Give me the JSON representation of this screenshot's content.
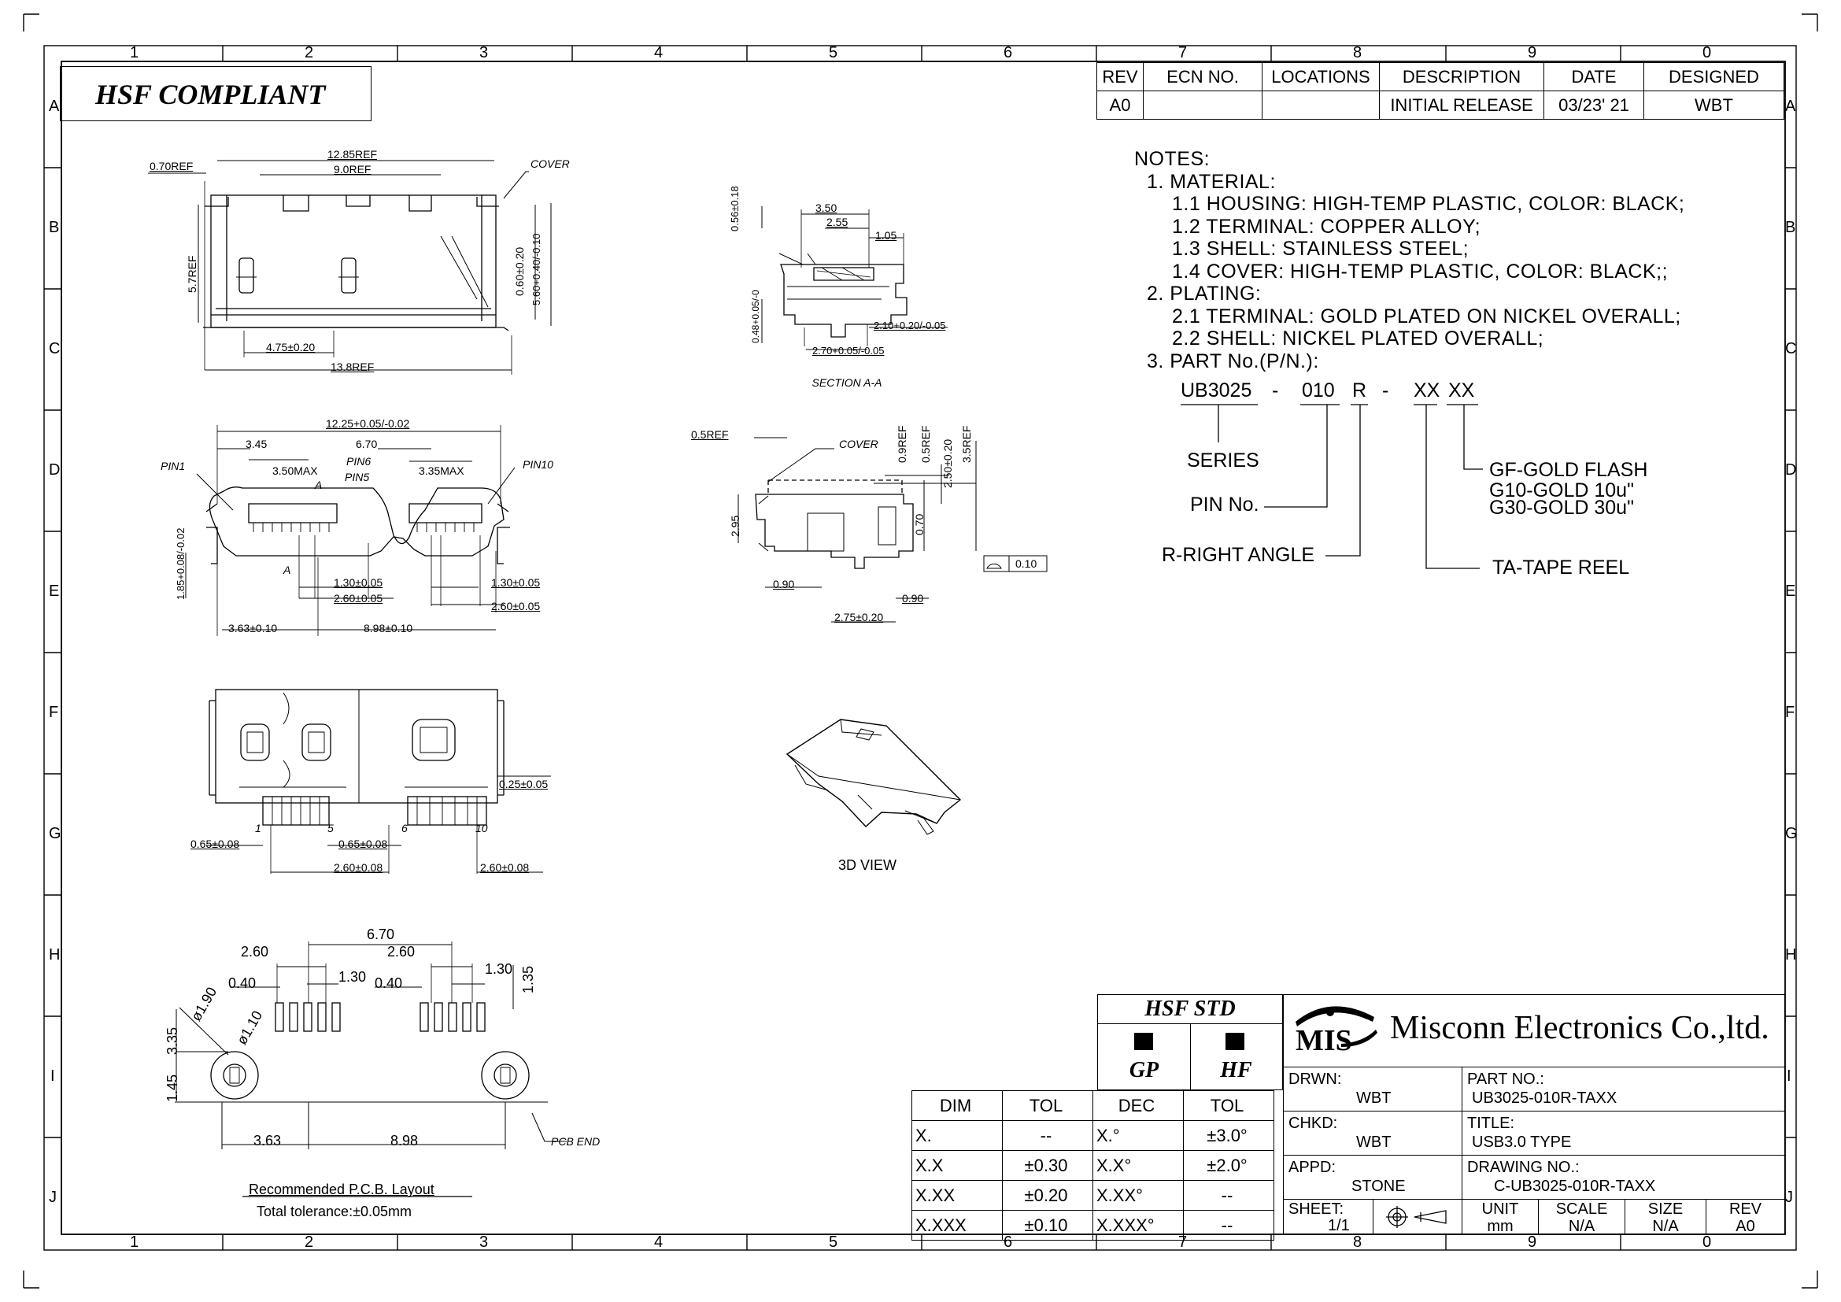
{
  "border_zones": {
    "columns": [
      "1",
      "2",
      "3",
      "4",
      "5",
      "6",
      "7",
      "8",
      "9",
      "0"
    ],
    "rows": [
      "A",
      "B",
      "C",
      "D",
      "E",
      "F",
      "G",
      "H",
      "I",
      "J"
    ]
  },
  "compliance_label": "HSF  COMPLIANT",
  "revision_table": {
    "headers": [
      "REV",
      "ECN NO.",
      "LOCATIONS",
      "DESCRIPTION",
      "DATE",
      "DESIGNED"
    ],
    "rows": [
      [
        "A0",
        "",
        "",
        "INITIAL RELEASE",
        "03/23' 21",
        "WBT"
      ]
    ]
  },
  "notes": {
    "title": "NOTES:",
    "lines": [
      "1. MATERIAL:",
      "1.1 HOUSING: HIGH-TEMP PLASTIC, COLOR: BLACK;",
      "1.2 TERMINAL: COPPER ALLOY;",
      "1.3 SHELL: STAINLESS STEEL;",
      "1.4 COVER: HIGH-TEMP PLASTIC, COLOR: BLACK;;",
      "2. PLATING:",
      "2.1 TERMINAL: GOLD PLATED ON NICKEL OVERALL;",
      "2.2 SHELL: NICKEL PLATED OVERALL;",
      "3. PART No.(P/N.):"
    ]
  },
  "part_code": {
    "segments": [
      "UB3025",
      "-",
      "010",
      "R",
      "-",
      "XX",
      "XX"
    ],
    "labels": {
      "series": "SERIES",
      "pin_no": "PIN  No.",
      "right_angle": "R-RIGHT ANGLE",
      "tape_reel": "TA-TAPE REEL",
      "plating_options": [
        "GF-GOLD FLASH",
        "G10-GOLD  10u\"",
        "G30-GOLD  30u\""
      ]
    }
  },
  "top_view": {
    "labels": [
      "0.70REF",
      "12.85REF",
      "9.0REF",
      "COVER",
      "5.7REF",
      "0.60±0.20",
      "5.60+0.40/-0.10",
      "4.75±0.20",
      "13.8REF"
    ]
  },
  "section_view": {
    "title": "SECTION  A-A",
    "labels": [
      "3.50",
      "2.55",
      "1.05",
      "0.56±0.18",
      "0.48+0.05/-0",
      "2.10+0.20/-0.05",
      "2.70+0.05/-0.05"
    ]
  },
  "front_view": {
    "labels": [
      "12.25+0.05/-0.02",
      "3.45",
      "6.70",
      "PIN1",
      "PIN6",
      "PIN5",
      "PIN10",
      "3.50MAX",
      "3.35MAX",
      "A",
      "A",
      "1.85+0.08/-0.02",
      "1.30±0.05",
      "2.60±0.05",
      "1.30±0.05",
      "2.60±0.05",
      "3.63±0.10",
      "8.98±0.10"
    ]
  },
  "side_view": {
    "labels": [
      "0.5REF",
      "COVER",
      "0.9REF",
      "0.5REF",
      "2.50±0.20",
      "3.5REF",
      "2.95",
      "0.70",
      "0.90",
      "0.90",
      "2.75±0.20",
      "0.10"
    ]
  },
  "bottom_view": {
    "labels": [
      "0.25±0.05",
      "1",
      "5",
      "6",
      "10",
      "0.65±0.08",
      "0.65±0.08",
      "2.60±0.08",
      "2.60±0.08"
    ]
  },
  "view_3d": {
    "title": "3D  VIEW"
  },
  "pcb_layout": {
    "labels": [
      "6.70",
      "2.60",
      "2.60",
      "1.30",
      "1.30",
      "0.40",
      "0.40",
      "1.35",
      "3.35",
      "1.45",
      "ø1.90",
      "ø1.10",
      "3.63",
      "8.98",
      "PCB END"
    ],
    "caption": "Recommended  P.C.B.  Layout",
    "tolerance_note": "Total  tolerance:±0.05mm"
  },
  "tolerance_table": {
    "headers": [
      "DIM",
      "TOL",
      "DEC",
      "TOL"
    ],
    "rows": [
      [
        "X.",
        "--",
        "X.°",
        "±3.0°"
      ],
      [
        "X.X",
        "±0.30",
        "X.X°",
        "±2.0°"
      ],
      [
        "X.XX",
        "±0.20",
        "X.XX°",
        "--"
      ],
      [
        "X.XXX",
        "±0.10",
        "X.XXX°",
        "--"
      ]
    ]
  },
  "hsf_std": {
    "title": "HSF  STD",
    "marks": [
      "GP",
      "HF"
    ]
  },
  "title_block": {
    "company": "Misconn Electronics Co.,ltd.",
    "logo_text": "MIS",
    "drawn_label": "DRWN:",
    "drawn": "WBT",
    "checked_label": "CHKD:",
    "checked": "WBT",
    "approved_label": "APPD:",
    "approved": "STONE",
    "part_no_label": "PART  NO.:",
    "part_no": "UB3025-010R-TAXX",
    "title_label": "TITLE:",
    "title": "USB3.0  TYPE",
    "drawing_no_label": "DRAWING  NO.:",
    "drawing_no": "C-UB3025-010R-TAXX",
    "sheet_label": "SHEET:",
    "sheet": "1/1",
    "unit_label": "UNIT",
    "unit": "mm",
    "scale_label": "SCALE",
    "scale": "N/A",
    "size_label": "SIZE",
    "size": "N/A",
    "rev_label": "REV",
    "rev": "A0"
  }
}
